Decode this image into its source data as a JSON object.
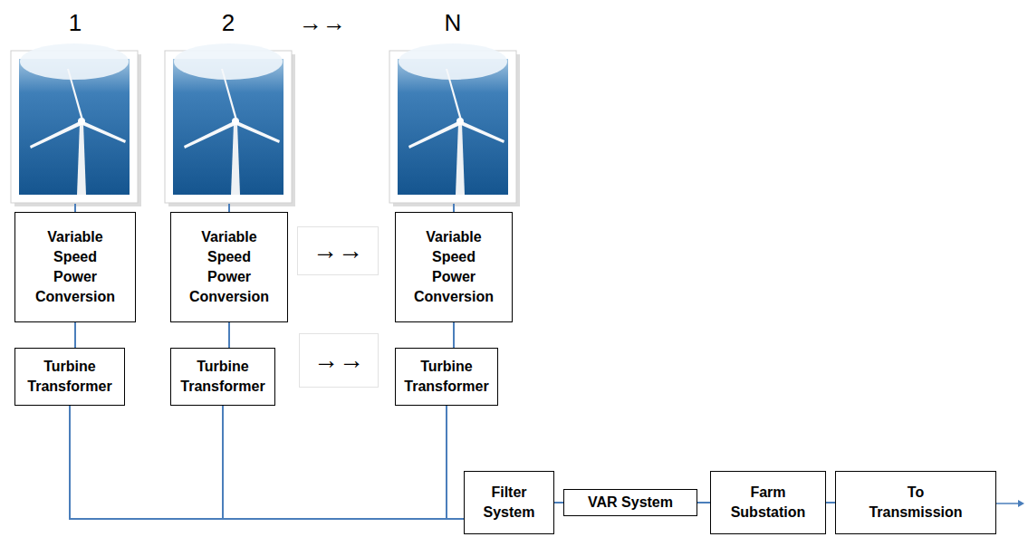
{
  "diagram": {
    "nodes": [
      {
        "text": [
          "Variable Speed Power Conversion"
        ]
      },
      {
        "text": [
          "Variable Speed Power Conversion"
        ]
      },
      {
        "text": [
          "→→"
        ]
      },
      {
        "text": [
          "Variable Speed Power Conversion"
        ]
      },
      {
        "text": [
          "Turbine Transformer"
        ]
      },
      {
        "text": [
          "Turbine Transformer"
        ]
      },
      {
        "text": [
          "→→"
        ]
      },
      {
        "text": [
          "Turbine Transformer"
        ]
      },
      {
        "text": [
          "Filter System"
        ]
      },
      {
        "text": [
          "VAR System"
        ]
      },
      {
        "text": [
          "Farm Substation"
        ]
      },
      {
        "text": [
          "To Transmission"
        ]
      }
    ],
    "edges": [
      {
        "from": 0,
        "to": 4,
        "arrow": "none"
      },
      {
        "from": 1,
        "to": 5,
        "arrow": "none"
      },
      {
        "from": 3,
        "to": 7,
        "arrow": "none"
      },
      {
        "from": 4,
        "to": 8,
        "arrow": "none"
      },
      {
        "from": 5,
        "to": 8,
        "arrow": "none"
      },
      {
        "from": 7,
        "to": 8,
        "arrow": "none"
      },
      {
        "from": 8,
        "to": 9,
        "arrow": "none"
      },
      {
        "from": 9,
        "to": 10,
        "arrow": "none"
      },
      {
        "from": 10,
        "to": 11,
        "arrow": "none"
      }
    ],
    "labels": [
      "1",
      "2",
      "→→",
      "N"
    ]
  }
}
